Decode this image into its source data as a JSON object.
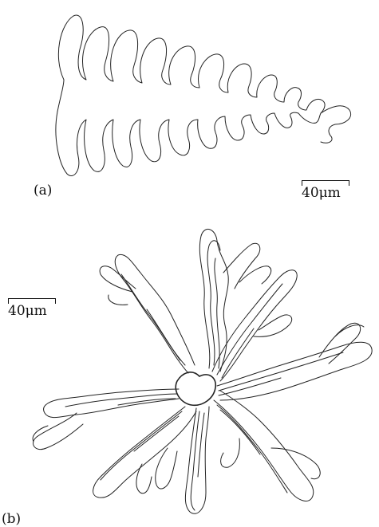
{
  "panel_a": {
    "label": "(a)",
    "scale_label": "40μm"
  },
  "panel_b": {
    "label": "(b)",
    "scale_label": "40μm"
  }
}
